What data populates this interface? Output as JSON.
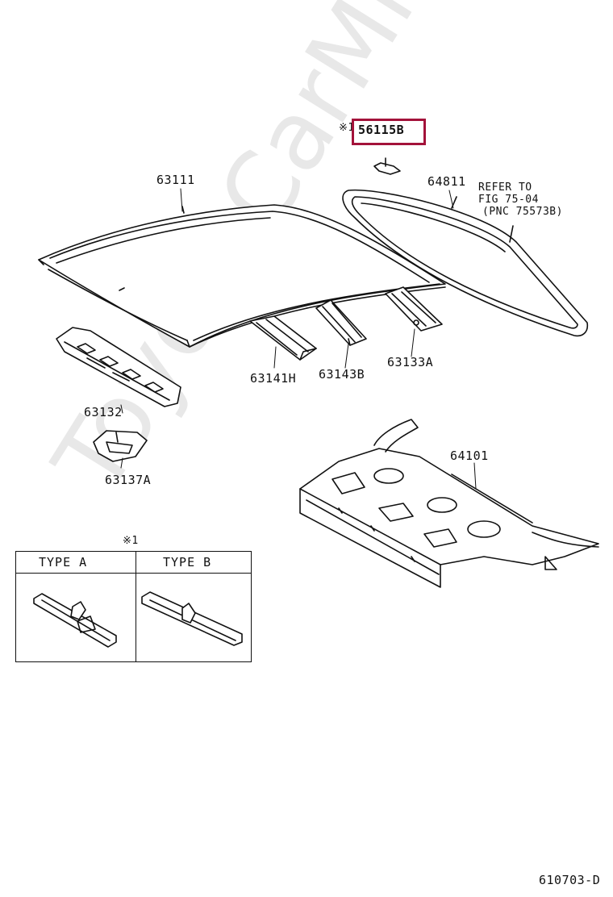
{
  "watermark": "ToyotaCarMinus.ru",
  "callouts": {
    "p56115b": "56115B",
    "p56115b_mark": "※1",
    "p63111": "63111",
    "p64811": "64811",
    "refer": [
      "REFER TO",
      "FIG 75-04",
      "(PNC 75573B)"
    ],
    "p63141h": "63141H",
    "p63143b": "63143B",
    "p63133a": "63133A",
    "p63132": "63132",
    "p63137a": "63137A",
    "p64101": "64101"
  },
  "legend": {
    "mark": "※1",
    "type_a": "TYPE  A",
    "type_b": "TYPE  B"
  },
  "figure_code": "610703-D",
  "highlight_color": "#a3123a"
}
